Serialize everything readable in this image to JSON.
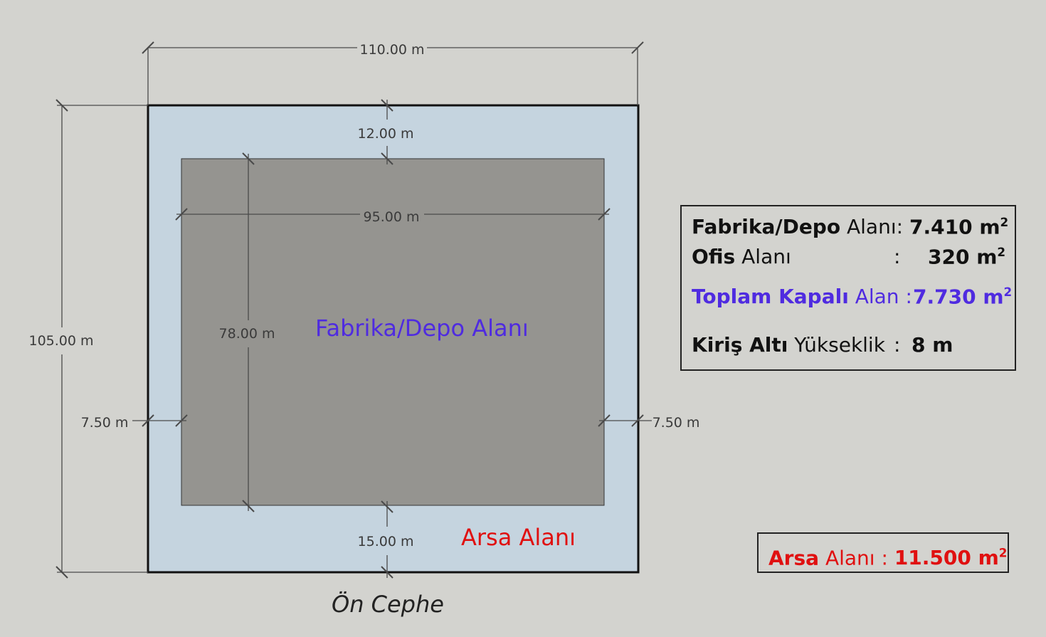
{
  "dimensions": {
    "plot_width": "110.00 m",
    "plot_depth": "105.00 m",
    "rear_setback": "12.00 m",
    "front_setback": "15.00 m",
    "side_setback_left": "7.50 m",
    "side_setback_right": "7.50 m",
    "building_width": "95.00 m",
    "building_depth": "78.00 m"
  },
  "labels": {
    "building_area": "Fabrika/Depo Alanı",
    "plot_area": "Arsa Alanı",
    "front_facade": "Ön Cephe"
  },
  "info": {
    "factory_bold": "Fabrika/Depo",
    "factory_rest": " Alanı:",
    "factory_value": "7.410 m",
    "office_bold": "Ofis",
    "office_rest": " Alanı",
    "office_colon": ":",
    "office_value": "320 m",
    "total_bold": "Toplam Kapalı",
    "total_rest": " Alan :",
    "total_value": "7.730 m",
    "height_bold": "Kiriş Altı",
    "height_rest": " Yükseklik",
    "height_colon": ":",
    "height_value": "8 m",
    "unit_sup": "2"
  },
  "arsa": {
    "bold": "Arsa",
    "rest": " Alanı : ",
    "value": "11.500 m",
    "unit_sup": "2"
  },
  "colors": {
    "background": "#d3d3cf",
    "plot_fill": "#c5d4df",
    "building_fill": "#959490",
    "purple_text": "#4f2be0",
    "red_text": "#e01010"
  }
}
